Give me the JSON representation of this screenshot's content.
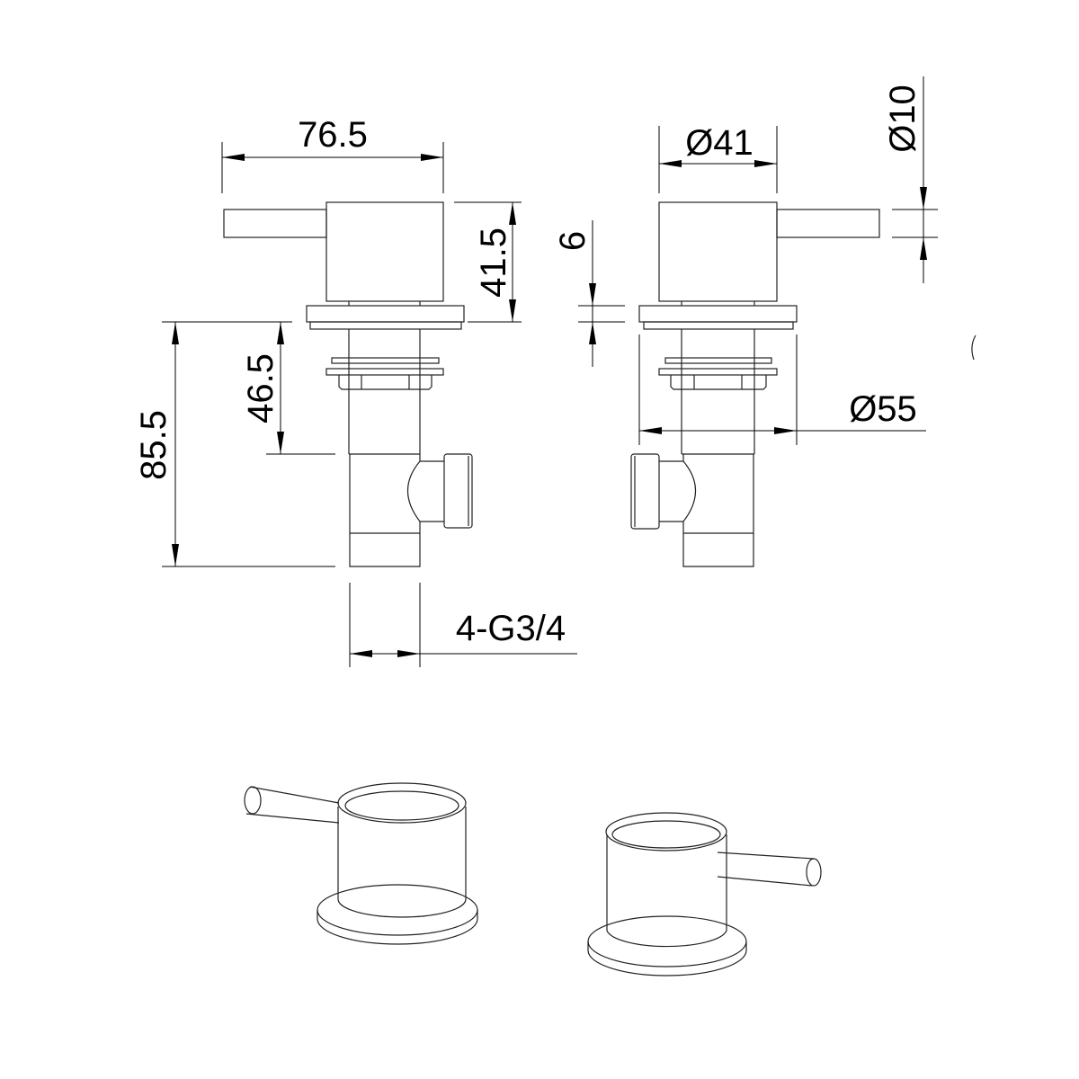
{
  "dimensions": {
    "lever_width": "76.5",
    "body_height": "41.5",
    "total_height": "85.5",
    "thread_height": "46.5",
    "flange_thickness": "6",
    "body_diameter": "Ø41",
    "lever_diameter": "Ø10",
    "flange_diameter": "Ø55",
    "thread": "4-G3/4"
  }
}
